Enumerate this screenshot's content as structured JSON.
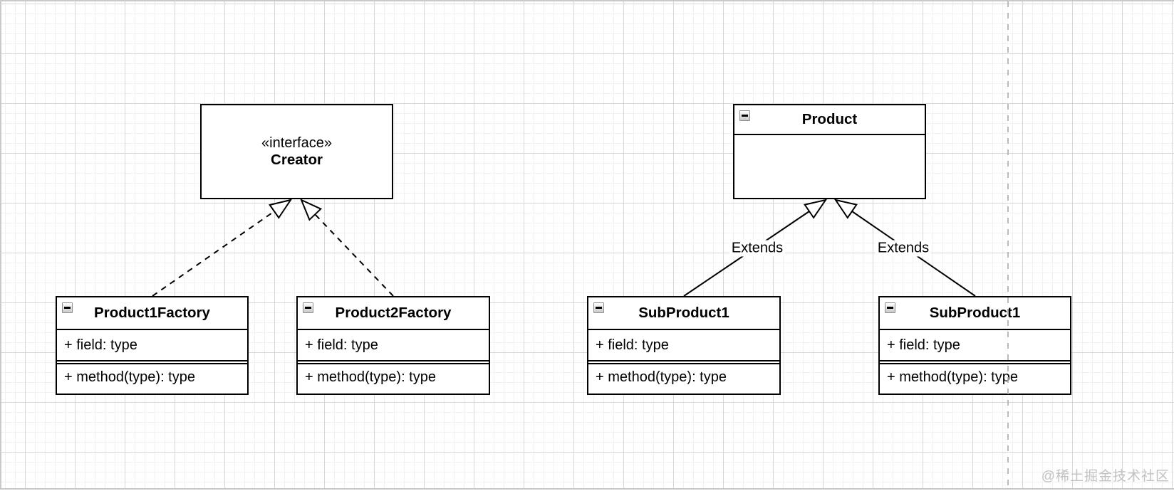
{
  "diagram": {
    "interface_box": {
      "stereotype": "«interface»",
      "name": "Creator"
    },
    "product_box": {
      "title": "Product"
    },
    "classes": {
      "p1f": {
        "title": "Product1Factory",
        "field": "+ field: type",
        "method": "+ method(type): type"
      },
      "p2f": {
        "title": "Product2Factory",
        "field": "+ field: type",
        "method": "+ method(type): type"
      },
      "sub_left": {
        "title": "SubProduct1",
        "field": "+ field: type",
        "method": "+ method(type): type"
      },
      "sub_right": {
        "title": "SubProduct1",
        "field": "+ field: type",
        "method": "+ method(type): type"
      }
    },
    "edge_labels": {
      "left": "Extends",
      "right": "Extends"
    },
    "icons": {
      "collapse": "minus-icon"
    },
    "colors": {
      "shape_stroke": "#000000",
      "shape_fill": "#ffffff",
      "grid_minor": "#f2f0f0",
      "grid_major": "#d7d7d7",
      "page_break_line": "#b0b0b0",
      "watermark": "#c2c2c2"
    }
  },
  "watermark": {
    "text": "@稀土掘金技术社区"
  }
}
